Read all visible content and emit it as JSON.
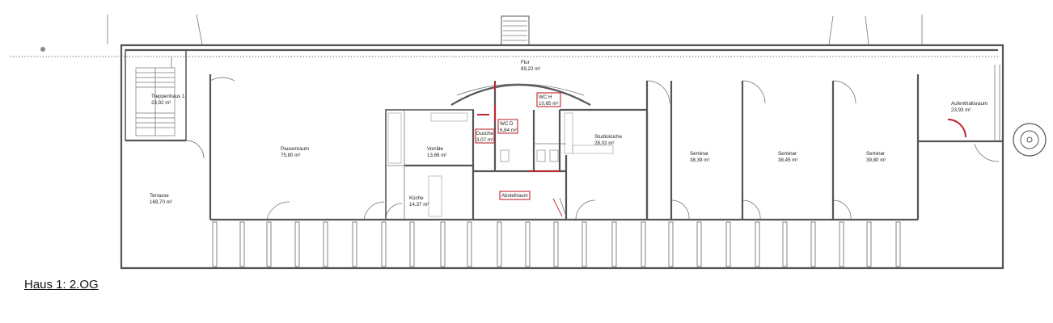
{
  "caption": "Haus 1: 2.OG",
  "rooms": [
    {
      "id": "flur",
      "name": "Flur",
      "area": "89,22 m²"
    },
    {
      "id": "treppenhaus",
      "name": "Treppenhaus 1",
      "area": "23,92 m²"
    },
    {
      "id": "terrasse",
      "name": "Terrasse",
      "area": "169,70 m²"
    },
    {
      "id": "pausenraum",
      "name": "Pausenraum",
      "area": "75,80 m²"
    },
    {
      "id": "vorraete",
      "name": "Vorräte",
      "area": "13,66 m²"
    },
    {
      "id": "kueche",
      "name": "Küche",
      "area": "14,37 m²"
    },
    {
      "id": "dusche",
      "name": "Dusche",
      "area": "3,07 m²"
    },
    {
      "id": "wcd",
      "name": "WC D",
      "area": "6,84 m²"
    },
    {
      "id": "wch",
      "name": "WC H",
      "area": "10,65 m²"
    },
    {
      "id": "studiokueche",
      "name": "Studioküche",
      "area": "28,03 m²"
    },
    {
      "id": "abstellraum",
      "name": "Abstellraum",
      "area": ""
    },
    {
      "id": "seminar1",
      "name": "Seminar",
      "area": "38,39 m²"
    },
    {
      "id": "seminar2",
      "name": "Seminar",
      "area": "38,45 m²"
    },
    {
      "id": "seminar3",
      "name": "Seminar",
      "area": "39,80 m²"
    },
    {
      "id": "aufenthalt",
      "name": "Aufenthaltsraum",
      "area": "23,93 m²"
    }
  ],
  "colors": {
    "walls": "#555555",
    "highlight": "#c0262d"
  }
}
